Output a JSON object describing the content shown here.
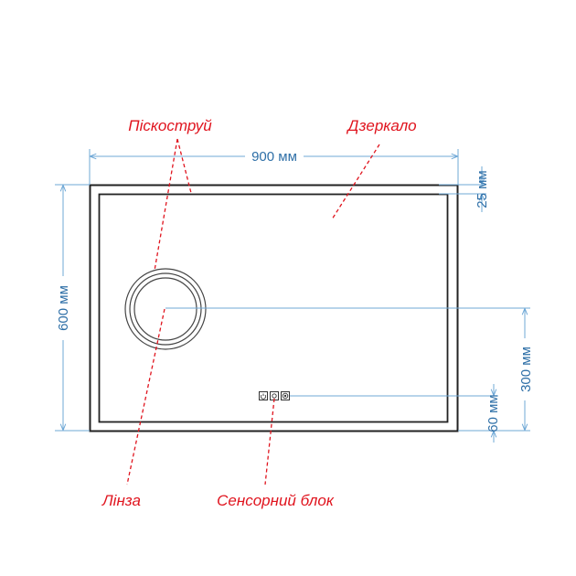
{
  "drawing": {
    "dimensions": {
      "width": "900 мм",
      "height": "600 мм",
      "frame_inset": "25 мм",
      "lens_center_height": "300 мм",
      "sensor_height": "60 мм"
    },
    "labels": {
      "sandblast": "Піскоструй",
      "mirror": "Дзеркало",
      "lens": "Лінза",
      "sensor_block": "Сенсорний блок"
    },
    "colors": {
      "dimension": "#2e6fa7",
      "dimension_line": "#6fa8d6",
      "callout": "#e0141e",
      "outline": "#222222"
    },
    "icons": [
      "power-icon",
      "brightness-icon",
      "lens-toggle-icon"
    ]
  }
}
